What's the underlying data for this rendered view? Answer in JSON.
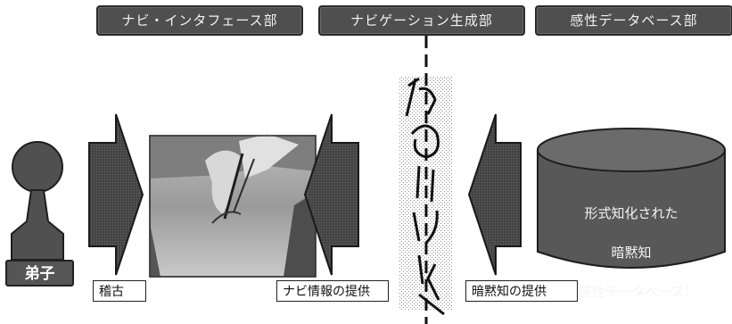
{
  "header": {
    "left": "ナビ・インタフェース部",
    "center": "ナビゲーション生成部",
    "right": "感性データベース部"
  },
  "person_badge": "弟子",
  "labels": {
    "practice": "稽古",
    "navi_info": "ナビ情報の提供",
    "tacit_knowledge": "暗黙知の提供"
  },
  "database": {
    "line1": "形式知化された",
    "line2": "暗黙知",
    "line3": "（感性データベース）"
  },
  "colors": {
    "dark_fill": "#4f4f4f",
    "arrow_fill": "#333333",
    "cylinder_fill": "#5a5a5a",
    "dash_line": "#111111"
  }
}
